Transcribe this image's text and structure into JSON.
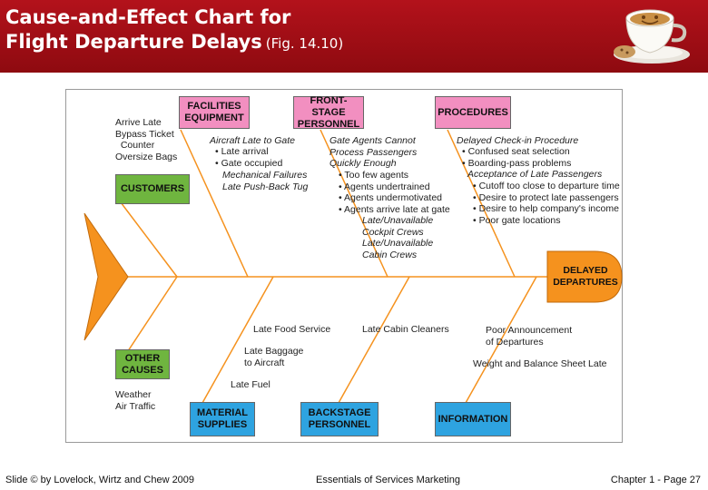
{
  "header": {
    "title_line1": "Cause-and-Effect Chart for",
    "title_line2": "Flight Departure Delays",
    "fig_ref": "(Fig. 14.10)"
  },
  "diagram": {
    "categories": {
      "facilities": "FACILITIES\nEQUIPMENT",
      "frontstage": "FRONT-STAGE\nPERSONNEL",
      "procedures": "PROCEDURES",
      "customers": "CUSTOMERS",
      "other": "OTHER\nCAUSES",
      "material": "MATERIAL\nSUPPLIES",
      "backstage": "BACKSTAGE\nPERSONNEL",
      "information": "INFORMATION"
    },
    "effect": "DELAYED\nDEPARTURES",
    "causes": {
      "customers": "Arrive Late\nBypass Ticket\n  Counter\nOversize Bags",
      "facilities_head": "Aircraft Late to Gate",
      "facilities_items": "• Late arrival\n• Gate occupied",
      "facilities_tail": "Mechanical Failures\nLate Push-Back Tug",
      "frontstage_head": "Gate Agents Cannot\nProcess Passengers\nQuickly Enough",
      "frontstage_items": "• Too few agents\n• Agents undertrained\n• Agents undermotivated\n• Agents arrive late at gate",
      "frontstage_tail": "Late/Unavailable\nCockpit Crews\nLate/Unavailable\nCabin Crews",
      "procedures_head1": "Delayed Check-in Procedure",
      "procedures_items1": "• Confused seat selection\n• Boarding-pass problems",
      "procedures_head2": "Acceptance of Late Passengers",
      "procedures_items2": "• Cutoff too close to departure time\n• Desire to protect late passengers\n• Desire to help company's income\n• Poor gate locations",
      "other": "Weather\nAir Traffic",
      "material1": "Late Food Service",
      "material2": "Late Baggage\nto Aircraft",
      "material3": "Late Fuel",
      "backstage1": "Late Cabin Cleaners",
      "information1": "Poor Announcement\nof Departures",
      "information2": "Weight and Balance Sheet Late"
    }
  },
  "footer": {
    "left": "Slide © by Lovelock, Wirtz and Chew 2009",
    "center": "Essentials of Services Marketing",
    "right": "Chapter 1 - Page 27"
  },
  "colors": {
    "header": "#a50f17",
    "spine": "#f5921e",
    "pink": "#f28fc0",
    "green": "#6fb53f",
    "blue": "#2ea3e0"
  }
}
